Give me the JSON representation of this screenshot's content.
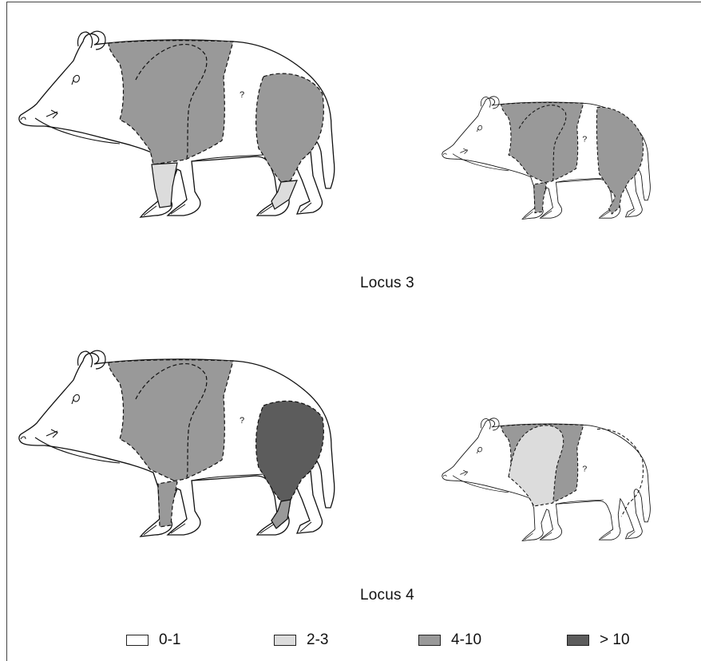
{
  "captions": {
    "locus3": "Locus 3",
    "locus4": "Locus 4"
  },
  "unknown_mark": "?",
  "colors": {
    "outline": "#111111",
    "white": "#ffffff",
    "light": "#dcdcdc",
    "medium": "#999999",
    "dark": "#5c5c5c"
  },
  "legend": [
    {
      "label": "0-1",
      "color": "#ffffff"
    },
    {
      "label": "2-3",
      "color": "#dcdcdc"
    },
    {
      "label": "4-10",
      "color": "#999999"
    },
    {
      "label": "> 10",
      "color": "#5c5c5c"
    }
  ]
}
